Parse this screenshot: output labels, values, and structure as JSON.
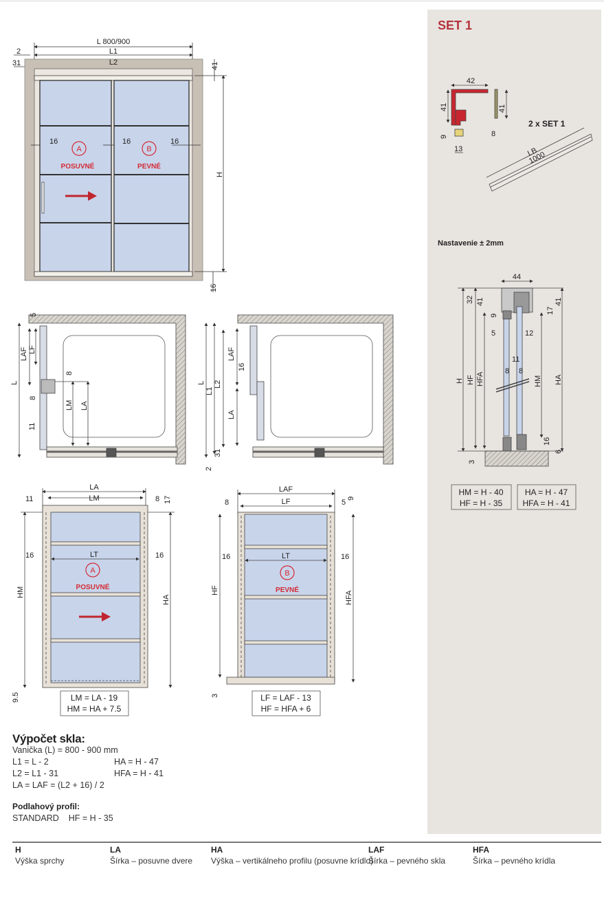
{
  "front_view": {
    "total_width": "L 800/900",
    "l1": "L1",
    "l2": "L2",
    "offset_l1": "2",
    "offset_l2": "31",
    "top_gap": "41",
    "height": "H",
    "bottom_gap": "16",
    "glass_gap": "16",
    "panel_a_letter": "A",
    "panel_a_label": "POSUVNÉ",
    "panel_b_letter": "B",
    "panel_b_label": "PEVNÉ"
  },
  "plan_left": {
    "d5": "5",
    "laf": "LAF",
    "lf": "LF",
    "l": "L",
    "d8a": "8",
    "d8b": "8",
    "lm": "LM",
    "la": "LA",
    "d11": "11"
  },
  "plan_right": {
    "laf": "LAF",
    "l": "L",
    "l1": "L1",
    "l2": "L2",
    "d16": "16",
    "la": "LA",
    "d31": "31",
    "d2": "2"
  },
  "panel_a": {
    "la": "LA",
    "lm": "LM",
    "d11": "11",
    "d8": "8",
    "d17": "17",
    "d16": "16",
    "lt": "LT",
    "hm": "HM",
    "ha": "HA",
    "d95": "9.5",
    "letter": "A",
    "label": "POSUVNÉ",
    "formula1": "LM = LA - 19",
    "formula2": "HM = HA + 7.5"
  },
  "panel_b": {
    "laf": "LAF",
    "lf": "LF",
    "d8": "8",
    "d5": "5",
    "d9": "9",
    "d16": "16",
    "lt": "LT",
    "hf": "HF",
    "hfa": "HFA",
    "d3": "3",
    "letter": "B",
    "label": "PEVNÉ",
    "formula1": "LF = LAF - 13",
    "formula2": "HF = HFA + 6"
  },
  "set_panel": {
    "title": "SET 1",
    "w42": "42",
    "h41a": "41",
    "h41b": "41",
    "d9": "9",
    "d8": "8",
    "d13": "13",
    "set_count": "2 x SET 1",
    "lb": "LB",
    "lb_value": "1000",
    "adjustment": "Nastavenie ± 2mm",
    "section": {
      "w44": "44",
      "d32": "32",
      "d41a": "41",
      "d41b": "41",
      "d9": "9",
      "d17": "17",
      "d5": "5",
      "d12": "12",
      "d11": "11",
      "d8a": "8",
      "d8b": "8",
      "h": "H",
      "hf": "HF",
      "hfa": "HFA",
      "hm": "HM",
      "ha": "HA",
      "d16": "16",
      "d6": "6",
      "d3": "3"
    },
    "formula_box1": [
      "HM = H - 40",
      "HF = H - 35"
    ],
    "formula_box2": [
      "HA = H - 47",
      "HFA = H - 41"
    ]
  },
  "calculation": {
    "title": "Výpočet skla:",
    "tray": "Vanička  (L) = 800 - 900 mm",
    "rows": [
      [
        "L1 = L - 2",
        "HA = H - 47"
      ],
      [
        "L2 = L1 - 31",
        "HFA = H - 41"
      ]
    ],
    "la_formula": "LA = LAF = (L2 + 16) / 2",
    "floor_title": "Podlahový profil:",
    "floor_value": "STANDARD    HF = H - 35"
  },
  "legend": [
    {
      "key": "H",
      "desc": "Výška sprchy"
    },
    {
      "key": "LA",
      "desc": "Šírka – posuvne dvere"
    },
    {
      "key": "HA",
      "desc": "Výška – vertikálneho profilu (posuvne krídlo)"
    },
    {
      "key": "LAF",
      "desc": "Šírka – pevného skla"
    },
    {
      "key": "HFA",
      "desc": "Šírka – pevného krídla"
    }
  ],
  "colors": {
    "accent_red": "#d42a36",
    "glass": "#c8d4ea",
    "frame": "#c9c0b5",
    "panel_bg": "#e8e5e1"
  }
}
